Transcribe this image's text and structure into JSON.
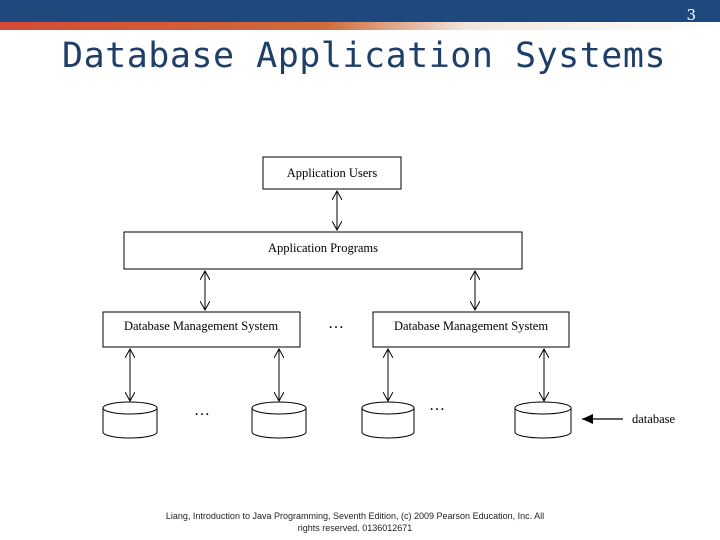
{
  "slide": {
    "number": "3",
    "title": "Database Application Systems"
  },
  "diagram": {
    "users_label": "Application Users",
    "programs_label": "Application Programs",
    "dbms_left_label": "Database Management System",
    "dbms_right_label": "Database Management System",
    "ellipsis": "…",
    "database_label": "database"
  },
  "footer": {
    "line1": "Liang, Introduction to Java Programming, Seventh Edition, (c) 2009 Pearson Education, Inc. All",
    "line2": "rights reserved. 0136012671"
  },
  "colors": {
    "header_bar": "#1f497d",
    "accent": "#d64a35",
    "title": "#1f3f6b"
  }
}
